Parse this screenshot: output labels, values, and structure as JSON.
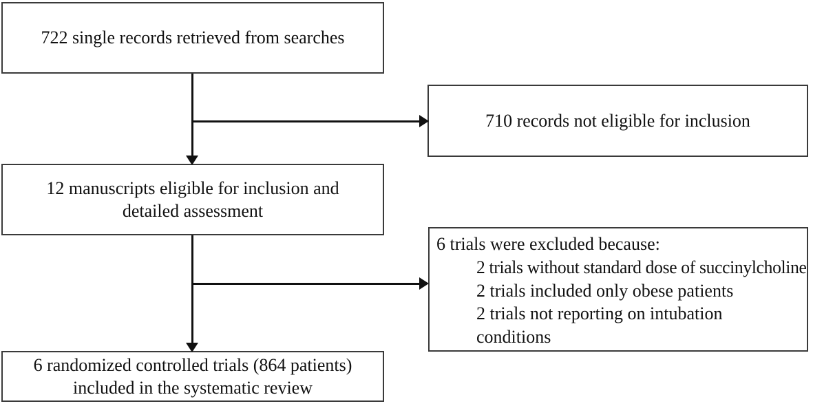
{
  "chart_data": {
    "type": "diagram",
    "diagram_kind": "prisma-flow-diagram",
    "title": "",
    "nodes": [
      {
        "id": "records-retrieved",
        "text": "722 single records retrieved from searches",
        "count": 722,
        "stage": "identification"
      },
      {
        "id": "records-excluded",
        "text": "710 records not eligible for inclusion",
        "count": 710,
        "stage": "screening-excluded"
      },
      {
        "id": "manuscripts-eligible",
        "text": "12 manuscripts eligible for inclusion and\ndetailed assessment",
        "count": 12,
        "stage": "eligibility"
      },
      {
        "id": "trials-excluded",
        "count": 6,
        "stage": "eligibility-excluded",
        "heading": "6 trials were excluded because:",
        "reasons": [
          "2 trials without standard dose of succinylcholine",
          "2 trials included only obese patients",
          "2 trials not reporting on intubation conditions"
        ]
      },
      {
        "id": "trials-included",
        "text": "6 randomized controlled trials (864 patients)\nincluded in the systematic review",
        "count": 6,
        "patients": 864,
        "stage": "included"
      }
    ],
    "edges": [
      {
        "from": "records-retrieved",
        "to": "manuscripts-eligible",
        "direction": "down"
      },
      {
        "from": "records-retrieved",
        "to": "records-excluded",
        "direction": "right"
      },
      {
        "from": "manuscripts-eligible",
        "to": "trials-included",
        "direction": "down"
      },
      {
        "from": "manuscripts-eligible",
        "to": "trials-excluded",
        "direction": "right"
      }
    ],
    "colors": {
      "background": "#ffffff",
      "box_border": "#3a3a3a",
      "connector": "#111111",
      "text": "#111111"
    }
  },
  "nodes": {
    "records_retrieved": {
      "text": "722 single records retrieved from searches"
    },
    "records_excluded": {
      "text": "710 records not eligible for inclusion"
    },
    "manuscripts_eligible": {
      "text": "12 manuscripts eligible for inclusion and\ndetailed assessment"
    },
    "trials_excluded": {
      "heading": "6 trials were excluded because:",
      "reason_1": "2 trials without standard dose of succinylcholine",
      "reason_2": "2 trials included only obese patients",
      "reason_3": "2 trials not reporting on intubation\nconditions"
    },
    "trials_included": {
      "text": "6 randomized controlled trials (864 patients)\nincluded in the systematic review"
    }
  }
}
